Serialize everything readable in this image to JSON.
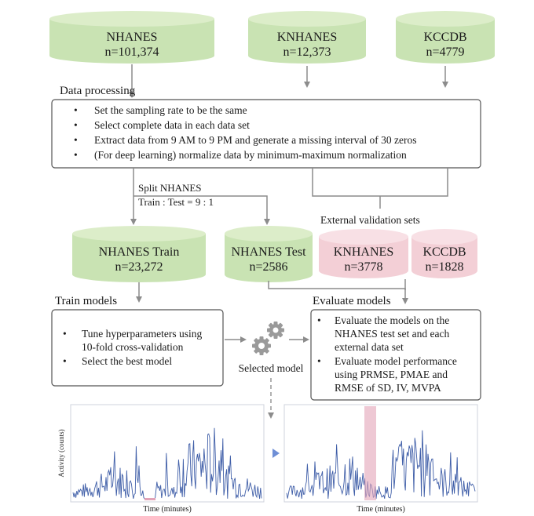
{
  "sources": [
    {
      "name": "NHANES",
      "count": "n=101,374"
    },
    {
      "name": "KNHANES",
      "count": "n=12,373"
    },
    {
      "name": "KCCDB",
      "count": "n=4779"
    }
  ],
  "data_processing": {
    "title": "Data processing",
    "items": [
      "Set the sampling rate to be the same",
      "Select complete data in each data set",
      "Extract data from 9 AM to 9 PM and generate a missing interval of 30 zeros",
      "(For deep learning) normalize data by minimum-maximum normalization"
    ]
  },
  "split": {
    "line1": "Split NHANES",
    "line2": "Train : Test = 9 : 1"
  },
  "external_label": "External validation sets",
  "datasets": {
    "train": {
      "name": "NHANES Train",
      "count": "n=23,272"
    },
    "test": {
      "name": "NHANES Test",
      "count": "n=2586"
    },
    "ext1": {
      "name": "KNHANES",
      "count": "n=3778"
    },
    "ext2": {
      "name": "KCCDB",
      "count": "n=1828"
    }
  },
  "train_models": {
    "title": "Train models",
    "items": [
      [
        "Tune hyperparameters using",
        "10-fold cross-validation"
      ],
      [
        "Select the best model"
      ]
    ]
  },
  "selected_model": "Selected model",
  "evaluate_models": {
    "title": "Evaluate models",
    "items": [
      [
        "Evaluate the models on the",
        "NHANES test set and each",
        "external data set"
      ],
      [
        "Evaluate model performance",
        "using PRMSE, PMAE and",
        "RMSE of SD, IV, MVPA"
      ]
    ]
  },
  "plots": {
    "ylabel": "Activity (counts)",
    "xlabel": "Time (minutes)"
  },
  "colors": {
    "green": "#c9e3b3",
    "green_top": "#dcedc9",
    "pink": "#f3cfd6",
    "pink_top": "#f8e0e5",
    "signal": "#3f5ea8",
    "highlight": "#e2a3b8",
    "arrow": "#8c8c8c",
    "big_arrow": "#6f8fd6"
  },
  "icons": [
    "gear-icon",
    "gear-icon"
  ]
}
